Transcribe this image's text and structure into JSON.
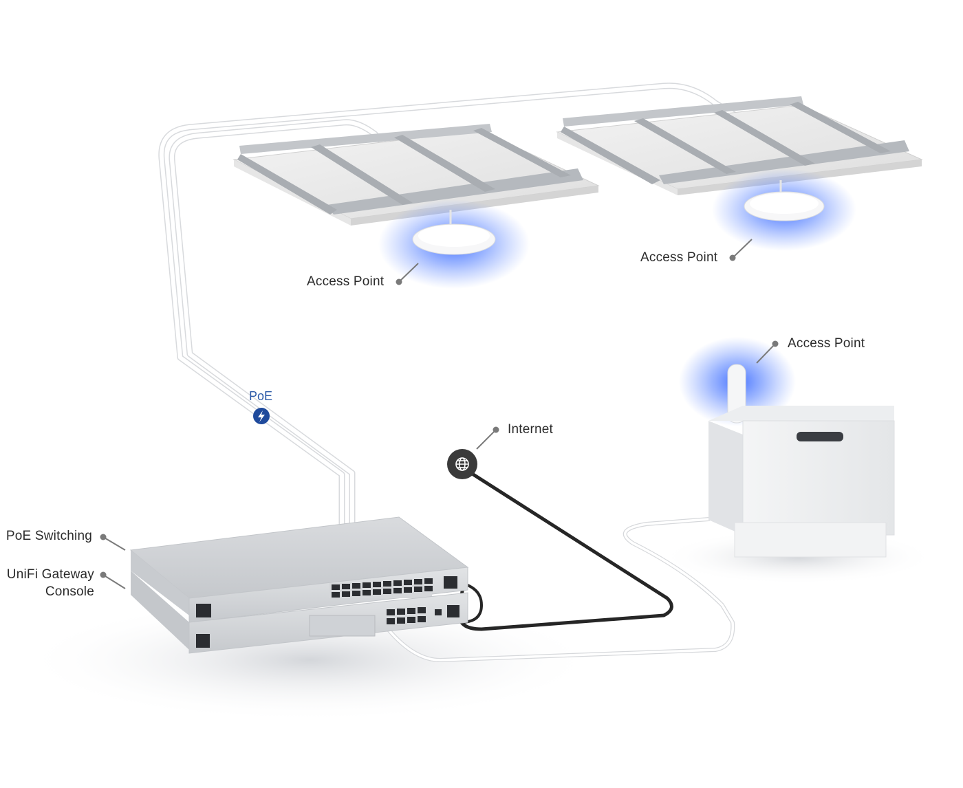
{
  "labels": {
    "ap_left": "Access Point",
    "ap_right": "Access Point",
    "ap_outdoor": "Access Point",
    "internet": "Internet",
    "poe": "PoE",
    "poe_switching": "PoE Switching",
    "gateway_line1": "UniFi Gateway",
    "gateway_line2": "Console"
  },
  "icons": {
    "poe": "lightning-bolt-icon",
    "internet": "globe-icon"
  },
  "colors": {
    "ap_glow": "#3d6cff",
    "poe_badge": "#1f4a9c",
    "internet_badge": "#3a3a3a",
    "internet_cable": "#262626",
    "poe_cable": "#ffffff",
    "ceiling_tile": "#e9e9e9",
    "ceiling_rail": "#b8bcc1",
    "device_body": "#dcdee1"
  }
}
